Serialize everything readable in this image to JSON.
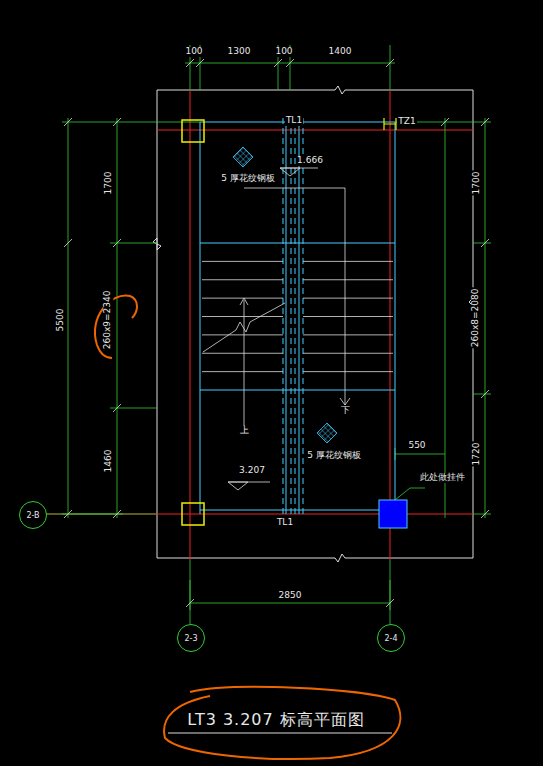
{
  "diagram": {
    "title": "LT3  3.207  标高平面图",
    "nodes": [
      {
        "text": [
          "2-B"
        ]
      },
      {
        "text": [
          "2-3"
        ]
      },
      {
        "text": [
          "2-4"
        ]
      }
    ],
    "labels": [
      "100",
      "1300",
      "100",
      "1400",
      "1700",
      "260x9=2340",
      "1460",
      "5500",
      "1700",
      "260x8=2080",
      "1720",
      "550",
      "TL1",
      "TZ1",
      "1.666",
      "5 厚花纹钢板",
      "5 厚花纹钢板",
      "上",
      "下",
      "3.207",
      "TL1",
      "此处做挂件",
      "2850"
    ]
  }
}
